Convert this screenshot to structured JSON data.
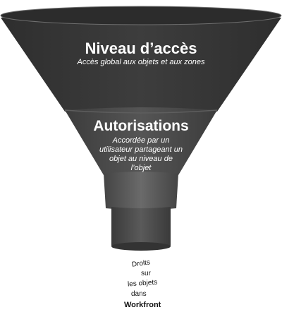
{
  "colors": {
    "funnel_top": "#3a3a3a",
    "funnel_middle": "#4a4a4a",
    "funnel_neck": "#5a5a5a",
    "funnel_spout": "#4a4a4a",
    "rim": "#8a8a8a",
    "text_on_dark": "#ffffff",
    "text_output": "#111111"
  },
  "levels": [
    {
      "title": "Niveau d’accès",
      "subtitle": "Accès global aux objets et aux zones"
    },
    {
      "title": "Autorisations",
      "subtitle": "Accordée par un utilisateur partageant un objet au niveau de l’objet"
    }
  ],
  "output": {
    "lines": [
      "Droits",
      "sur",
      "les objets",
      "dans",
      "Workfront"
    ]
  }
}
